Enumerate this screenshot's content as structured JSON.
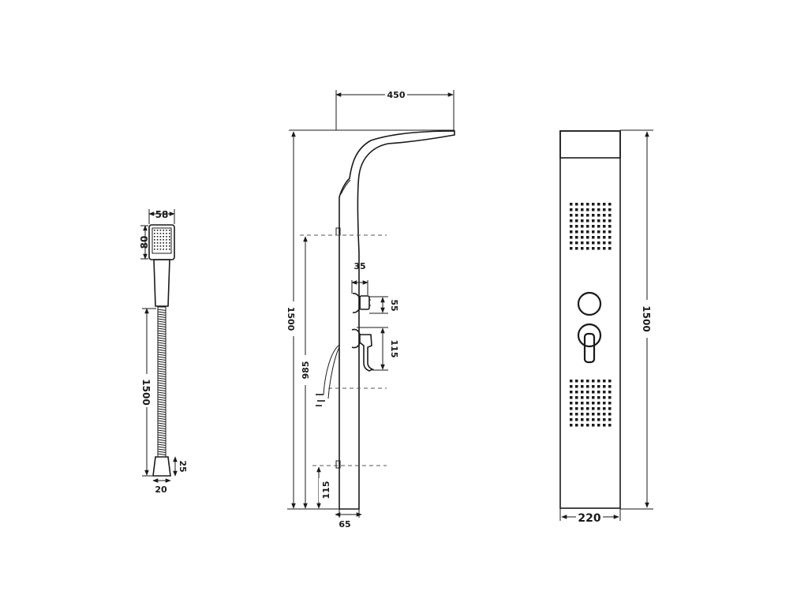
{
  "handshower": {
    "head_width": "58",
    "head_height": "80",
    "hose_length": "1500",
    "cone_height": "25",
    "cone_width": "20"
  },
  "side_view": {
    "top_projection": "450",
    "total_height": "1500",
    "thermostat_depth": "35",
    "thermostat_height": "55",
    "mixer_height": "115",
    "bracket_spacing": "985",
    "bottom_offset": "115",
    "panel_depth": "65"
  },
  "front_view": {
    "total_height": "1500",
    "panel_width": "220"
  }
}
